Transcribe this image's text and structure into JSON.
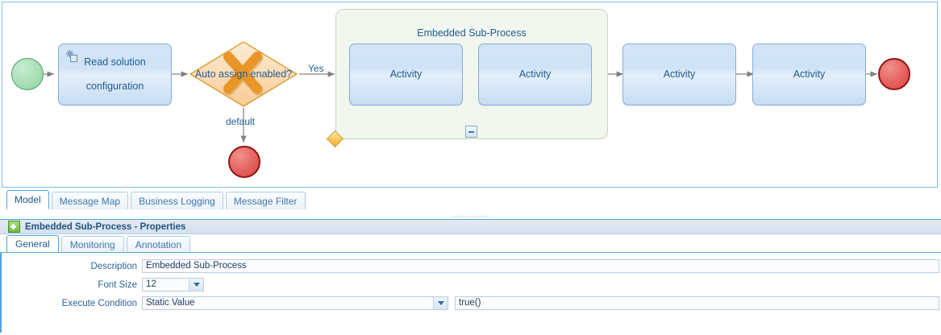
{
  "canvas": {
    "name": "bpmn-process-canvas",
    "nodes": {
      "start_event": {
        "label": "",
        "icon": "start-event-icon"
      },
      "service_task": {
        "label": "Read solution\nconfiguration",
        "label_line1": "Read solution",
        "label_line2": "configuration",
        "icon": "gear-icon"
      },
      "gateway": {
        "label": "Auto assign enabled?",
        "icon": "exclusive-gateway-x-icon"
      },
      "subprocess": {
        "label": "Embedded Sub-Process",
        "collapse_icon": "minimize-icon",
        "boundary_icon": "boundary-event-diamond-icon"
      },
      "activity_1": {
        "label": "Activity"
      },
      "activity_2": {
        "label": "Activity"
      },
      "activity_3": {
        "label": "Activity"
      },
      "activity_4": {
        "label": "Activity"
      },
      "end_event_main": {
        "label": "",
        "icon": "end-event-icon"
      },
      "end_event_default": {
        "label": "",
        "icon": "end-event-icon"
      }
    },
    "edge_labels": {
      "yes": "Yes",
      "default": "default"
    },
    "colors": {
      "start_fill": "#a8dfb6",
      "start_stroke": "#4f9e6a",
      "end_fill": "#e4625f",
      "end_stroke": "#8f1512",
      "task_fill": "#cfe2f6",
      "task_stroke": "#86aed6",
      "gateway_fill": "#fbdcb6",
      "gateway_stroke": "#d8941f",
      "gateway_x": "#e08a1e",
      "subprocess_fill": "#f1f7ef",
      "subprocess_stroke": "#c5d6c0",
      "text_blue": "#1f5b91",
      "connector": "#808080"
    }
  },
  "main_tabs": {
    "name": "editor-view-tabs",
    "items": [
      {
        "label": "Model",
        "active": true
      },
      {
        "label": "Message Map",
        "active": false
      },
      {
        "label": "Business Logging",
        "active": false
      },
      {
        "label": "Message Filter",
        "active": false
      }
    ]
  },
  "properties": {
    "header": {
      "title": "Embedded Sub-Process - Properties",
      "expand_icon": "plus-icon"
    },
    "tabs": [
      {
        "label": "General",
        "active": true
      },
      {
        "label": "Monitoring",
        "active": false
      },
      {
        "label": "Annotation",
        "active": false
      }
    ],
    "fields": {
      "description": {
        "label": "Description",
        "value": "Embedded Sub-Process"
      },
      "font_size": {
        "label": "Font Size",
        "value": "12"
      },
      "execute_condition": {
        "label": "Execute Condition",
        "value": "Static Value",
        "expression": "true()"
      }
    }
  }
}
